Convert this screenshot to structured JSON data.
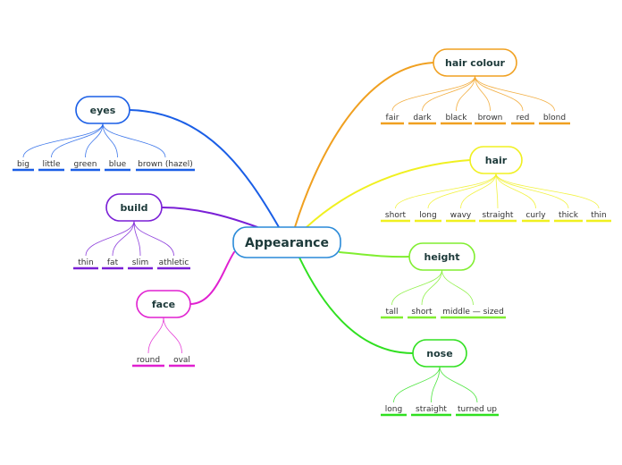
{
  "colors": {
    "blue": "#1a5ee6",
    "purple": "#7a1fd6",
    "magenta": "#e020d0",
    "orange": "#f0a020",
    "yellow": "#f0f020",
    "lime": "#80ee30",
    "green": "#30e020"
  },
  "central": {
    "label": "Appearance",
    "color": "#2a8ad8"
  },
  "branches": [
    {
      "id": "eyes",
      "label": "eyes",
      "color": "#1a5ee6",
      "leaves": [
        "big",
        "little",
        "green",
        "blue",
        "brown (hazel)"
      ]
    },
    {
      "id": "build",
      "label": "build",
      "color": "#7a1fd6",
      "leaves": [
        "thin",
        "fat",
        "slim",
        "athletic"
      ]
    },
    {
      "id": "face",
      "label": "face",
      "color": "#e020d0",
      "leaves": [
        "round",
        "oval"
      ]
    },
    {
      "id": "hair-colour",
      "label": "hair colour",
      "color": "#f0a020",
      "leaves": [
        "fair",
        "dark",
        "black",
        "brown",
        "red",
        "blond"
      ]
    },
    {
      "id": "hair",
      "label": "hair",
      "color": "#f0f020",
      "leaves": [
        "short",
        "long",
        "wavy",
        "straight",
        "curly",
        "thick",
        "thin"
      ]
    },
    {
      "id": "height",
      "label": "height",
      "color": "#80ee30",
      "leaves": [
        "tall",
        "short",
        "middle — sized"
      ]
    },
    {
      "id": "nose",
      "label": "nose",
      "color": "#30e020",
      "leaves": [
        "long",
        "straight",
        "turned up"
      ]
    }
  ]
}
